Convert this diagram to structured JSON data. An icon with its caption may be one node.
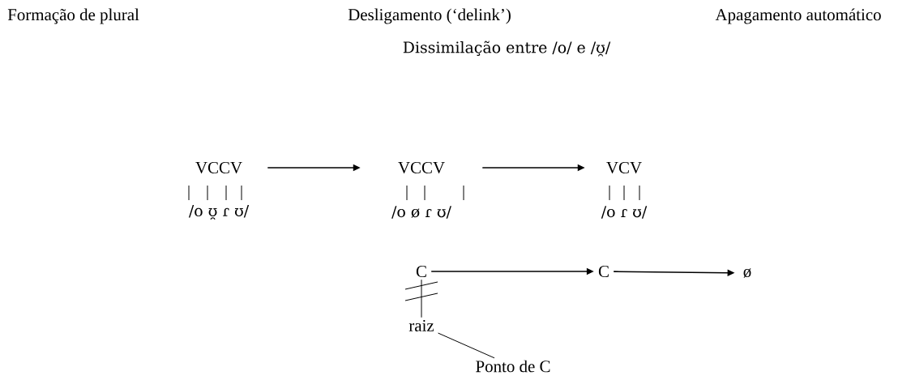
{
  "diagram": {
    "nodes": [
      {
        "text": [
          "VCCV"
        ],
        "beside": [
          "/o ʊ̯ ɾ ʊ/"
        ]
      },
      {
        "text": [
          "VCCV"
        ],
        "beside": [
          "/o ø ɾ ʊ/"
        ]
      },
      {
        "text": [
          "VCV"
        ],
        "beside": [
          "/o ɾ ʊ/"
        ]
      },
      {
        "text": [
          "C"
        ]
      },
      {
        "text": [
          "C"
        ]
      },
      {
        "text": [
          "ø"
        ]
      },
      {
        "text": [
          "raiz"
        ]
      },
      {
        "text": [
          "Ponto de C"
        ]
      }
    ],
    "edges": [
      {
        "from": 0,
        "to": 1,
        "arrow": "to"
      },
      {
        "from": 1,
        "to": 2,
        "arrow": "to"
      },
      {
        "from": 3,
        "to": 4,
        "arrow": "to"
      },
      {
        "from": 4,
        "to": 5,
        "arrow": "to"
      },
      {
        "from": 3,
        "to": 6,
        "arrow": "none"
      },
      {
        "from": 6,
        "to": 7,
        "arrow": "none"
      }
    ],
    "labels": [
      "Formação de plural",
      "Desligamento (‘delink’)",
      "Apagamento automático",
      "Dissimilação entre /o/ e /ʊ̯/"
    ]
  }
}
